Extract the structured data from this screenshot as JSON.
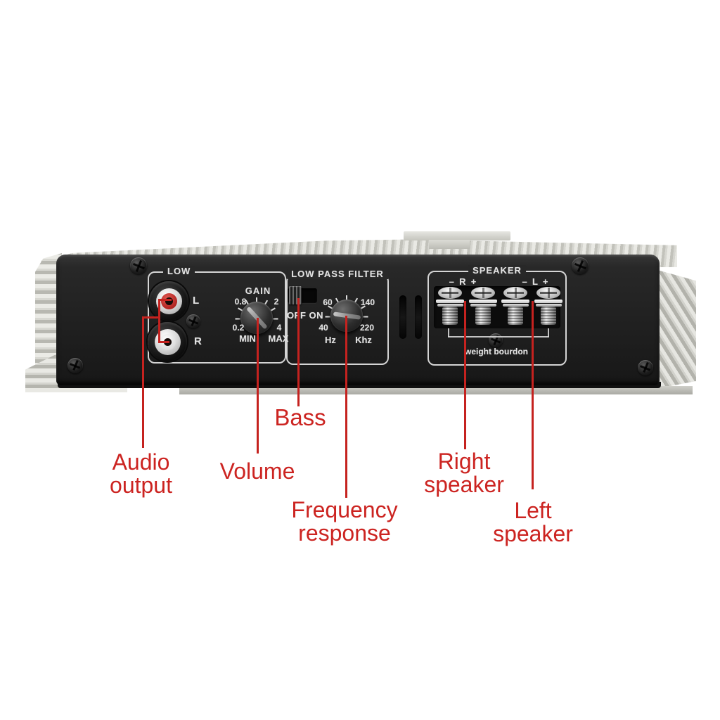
{
  "colors": {
    "annotation": "#c5221f",
    "panel_text": "#e2e2e2",
    "silver": "#d6d6d0"
  },
  "panel": {
    "low": {
      "title": "LOW",
      "left_jack_label": "L",
      "right_jack_label": "R"
    },
    "gain": {
      "label": "GAIN",
      "tick_top_left": "0.8",
      "tick_top_right": "2",
      "tick_bottom_left": "0.2",
      "tick_bottom_right": "4",
      "min_label": "MIN",
      "max_label": "MAX"
    },
    "lpf": {
      "title": "LOW PASS FILTER",
      "switch_label": "OFF ON",
      "tick_top_left": "60",
      "tick_top_right": "140",
      "tick_bottom_left": "40",
      "tick_bottom_right": "220",
      "unit_left": "Hz",
      "unit_right": "Khz"
    },
    "speaker": {
      "title": "SPEAKER",
      "pair_right": "–  R  +",
      "pair_left": "–  L  +",
      "note": "weight bourdon"
    }
  },
  "annotations": {
    "audio_output": {
      "line1": "Audio",
      "line2": "output"
    },
    "volume": {
      "line1": "Volume"
    },
    "bass": {
      "line1": "Bass"
    },
    "frequency_response": {
      "line1": "Frequency",
      "line2": "response"
    },
    "right_speaker": {
      "line1": "Right",
      "line2": "speaker"
    },
    "left_speaker": {
      "line1": "Left",
      "line2": "speaker"
    }
  }
}
